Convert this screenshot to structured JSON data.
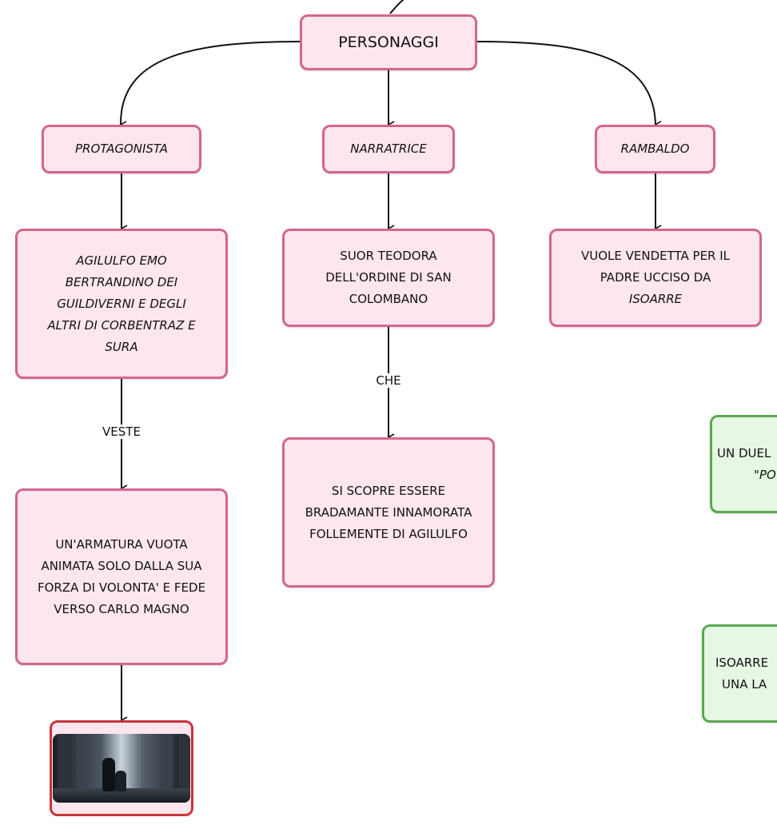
{
  "root": {
    "label": "PERSONAGGI"
  },
  "categories": {
    "protagonista": "PROTAGONISTA",
    "narratrice": "NARRATRICE",
    "rambaldo": "RAMBALDO"
  },
  "details": {
    "agilulfo": [
      "AGILULFO EMO",
      "BERTRANDINO DEI",
      "GUILDIVERNI E DEGLI",
      "ALTRI DI CORBENTRAZ E",
      "SURA"
    ],
    "teodora": [
      "SUOR TEODORA",
      "DELL'ORDINE DI SAN",
      "COLOMBANO"
    ],
    "vendetta": [
      "VUOLE VENDETTA PER IL",
      "PADRE UCCISO DA",
      "ISOARRE"
    ],
    "armatura": [
      "UN'ARMATURA VUOTA",
      "ANIMATA SOLO DALLA SUA",
      "FORZA DI VOLONTA' E FEDE",
      "VERSO CARLO MAGNO"
    ],
    "bradamante": [
      "SI SCOPRE ESSERE",
      "BRADAMANTE INNAMORATA",
      "FOLLEMENTE DI AGILULFO"
    ]
  },
  "edge_labels": {
    "veste": "VESTE",
    "che": "CHE"
  },
  "partial_nodes": {
    "duel": [
      "UN DUEL",
      "\"PO"
    ],
    "isoarre": [
      "ISOARRE",
      "UNA LA"
    ]
  },
  "image": {
    "icon": "knight-armor-image"
  },
  "colors": {
    "node_fill": "#fde6ee",
    "node_border": "#d4668f",
    "green_fill": "#e6f8e3",
    "green_border": "#5aa84f",
    "image_border": "#c8343a"
  }
}
